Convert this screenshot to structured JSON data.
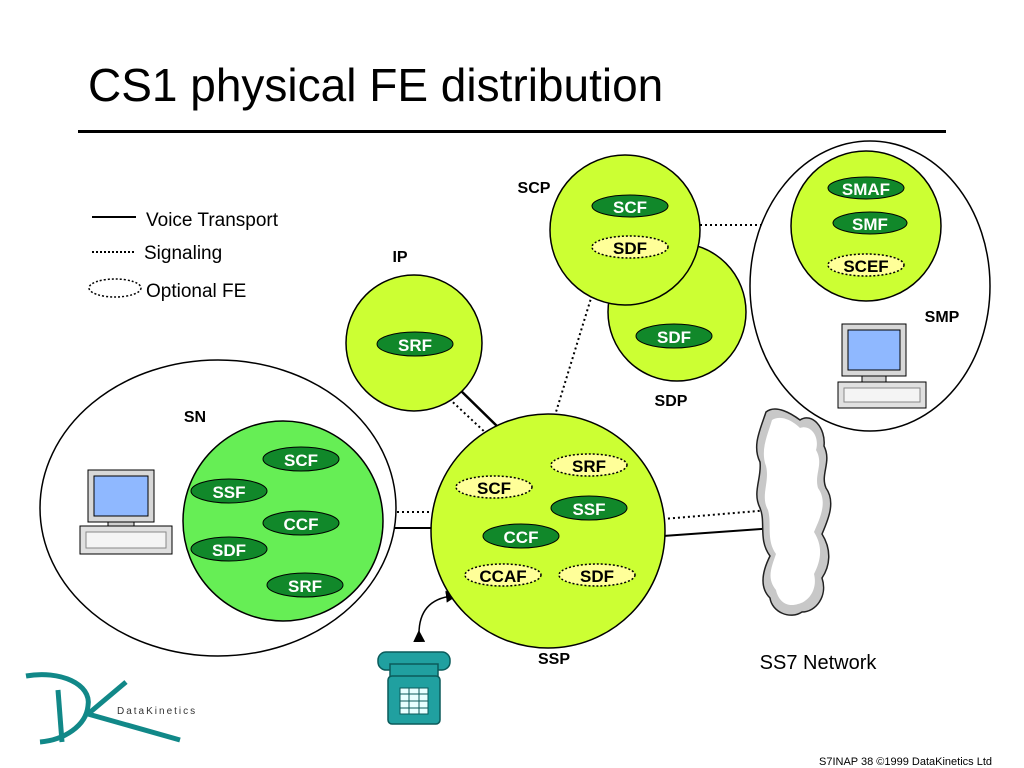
{
  "title": "CS1 physical FE distribution",
  "legend": {
    "voice": "Voice Transport",
    "signaling": "Signaling",
    "optional": "Optional FE"
  },
  "nodes": {
    "scp": "SCP",
    "ip": "IP",
    "sdp": "SDP",
    "smp": "SMP",
    "sn": "SN",
    "ssp": "SSP",
    "ss7": "SS7 Network"
  },
  "fe": {
    "scp_scf": "SCF",
    "scp_sdf": "SDF",
    "sdp_sdf": "SDF",
    "ip_srf": "SRF",
    "smp_smaf": "SMAF",
    "smp_smf": "SMF",
    "smp_scef": "SCEF",
    "sn_scf": "SCF",
    "sn_ssf": "SSF",
    "sn_ccf": "CCF",
    "sn_sdf": "SDF",
    "sn_srf": "SRF",
    "ssp_srf": "SRF",
    "ssp_scf": "SCF",
    "ssp_ssf": "SSF",
    "ssp_ccf": "CCF",
    "ssp_ccaf": "CCAF",
    "ssp_sdf": "SDF"
  },
  "logo": {
    "text": "DataKinetics"
  },
  "footer": "S7INAP 38  ©1999 DataKinetics Ltd",
  "colors": {
    "node_fill": "#ccff33",
    "sn_fill": "#66ee55",
    "fe_fill": "#11882a",
    "optional_fill": "#ffff99",
    "logo": "#118888",
    "phone": "#20a0a0"
  }
}
